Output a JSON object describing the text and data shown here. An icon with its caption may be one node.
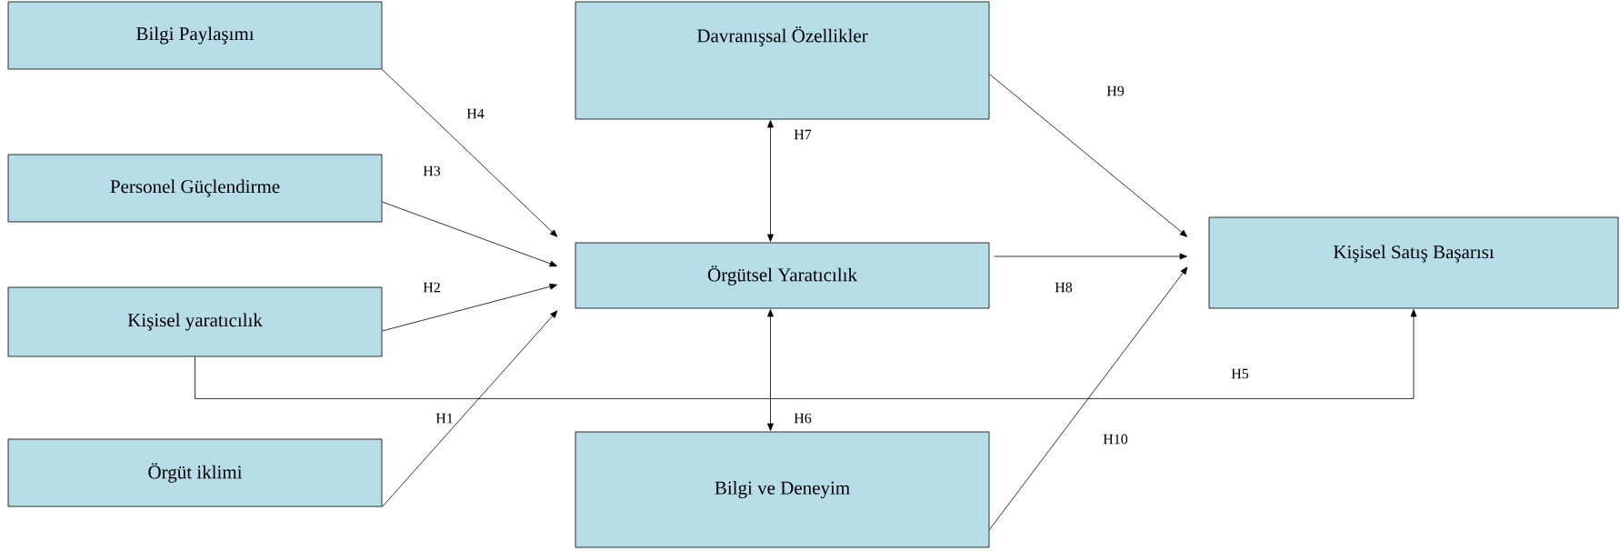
{
  "diagram": {
    "nodes": [
      {
        "text": [
          "Bilgi Paylaşımı"
        ]
      },
      {
        "text": [
          "Personel  Güçlendirme"
        ]
      },
      {
        "text": [
          "Kişisel yaratıcılık"
        ]
      },
      {
        "text": [
          "Örgüt iklimi"
        ]
      },
      {
        "text": [
          "Davranışsal Özellikler"
        ]
      },
      {
        "text": [
          "Örgütsel Yaratıcılık"
        ]
      },
      {
        "text": [
          "Bilgi ve Deneyim"
        ]
      },
      {
        "text": [
          "Kişisel Satış Başarısı"
        ]
      }
    ],
    "edges": [
      {
        "from": 0,
        "to": 5,
        "arrow": "to",
        "label": "H4"
      },
      {
        "from": 1,
        "to": 5,
        "arrow": "to",
        "label": "H3"
      },
      {
        "from": 2,
        "to": 5,
        "arrow": "to",
        "label": "H2"
      },
      {
        "from": 3,
        "to": 5,
        "arrow": "to",
        "label": "H1"
      },
      {
        "from": 4,
        "to": 5,
        "arrow": "both",
        "label": "H7"
      },
      {
        "from": 5,
        "to": 6,
        "arrow": "both",
        "label": "H6"
      },
      {
        "from": 5,
        "to": 7,
        "arrow": "to",
        "label": "H8"
      },
      {
        "from": 4,
        "to": 7,
        "arrow": "to",
        "label": "H9"
      },
      {
        "from": 6,
        "to": 7,
        "arrow": "to",
        "label": "H10"
      },
      {
        "from": 2,
        "to": 7,
        "arrow": "to",
        "label": "H5"
      }
    ]
  }
}
